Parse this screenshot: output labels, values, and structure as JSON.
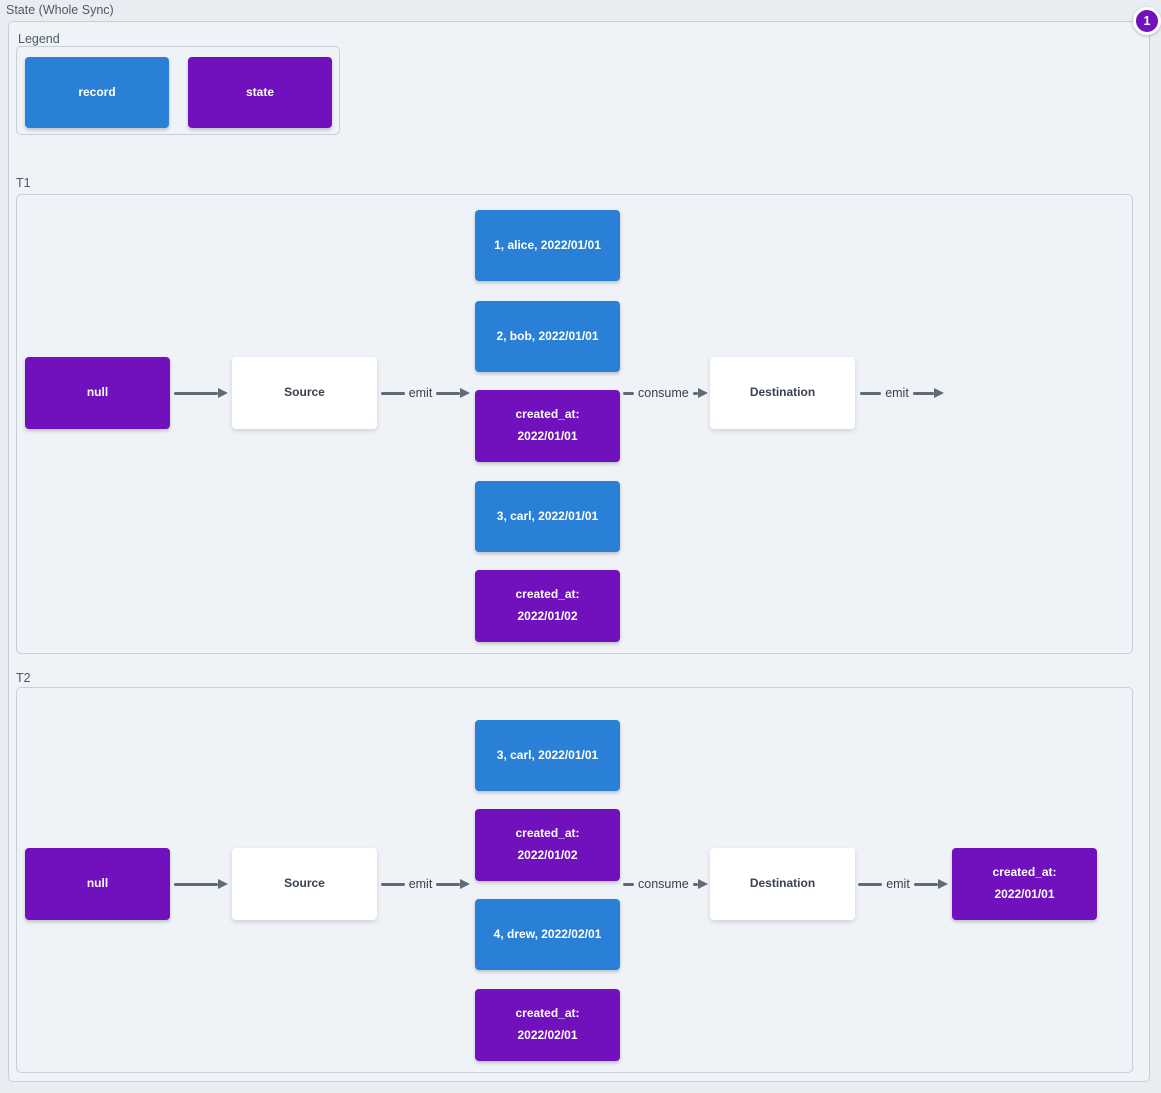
{
  "page": {
    "title": "State (Whole Sync)",
    "badge": "1"
  },
  "colors": {
    "record": "#2980d6",
    "state": "#7111bd",
    "arrow": "#5f6b77",
    "page-bg": "#e9edf2",
    "panel-bg": "#eff2f6",
    "panel-border": "#c7cfd9"
  },
  "legend": {
    "label": "Legend",
    "items": [
      {
        "label": "record",
        "type": "record"
      },
      {
        "label": "state",
        "type": "state"
      }
    ]
  },
  "sections": [
    {
      "label": "T1",
      "nodes": {
        "initial_state": "null",
        "source": "Source",
        "destination": "Destination"
      },
      "connectors": {
        "emit_source": "emit",
        "consume": "consume",
        "emit_destination": "emit"
      },
      "stack": [
        {
          "text": "1, alice, 2022/01/01",
          "type": "record"
        },
        {
          "text": "2, bob, 2022/01/01",
          "type": "record"
        },
        {
          "text": "created_at: 2022/01/01",
          "type": "state"
        },
        {
          "text": "3, carl, 2022/01/01",
          "type": "record"
        },
        {
          "text": "created_at: 2022/01/02",
          "type": "state"
        }
      ]
    },
    {
      "label": "T2",
      "nodes": {
        "initial_state": "null",
        "source": "Source",
        "destination": "Destination"
      },
      "connectors": {
        "emit_source": "emit",
        "consume": "consume",
        "emit_destination": "emit"
      },
      "stack": [
        {
          "text": "3, carl, 2022/01/01",
          "type": "record"
        },
        {
          "text": "created_at: 2022/01/02",
          "type": "state"
        },
        {
          "text": "4, drew, 2022/02/01",
          "type": "record"
        },
        {
          "text": "created_at: 2022/02/01",
          "type": "state"
        }
      ],
      "result": {
        "text": "created_at: 2022/01/01",
        "type": "state"
      }
    }
  ]
}
